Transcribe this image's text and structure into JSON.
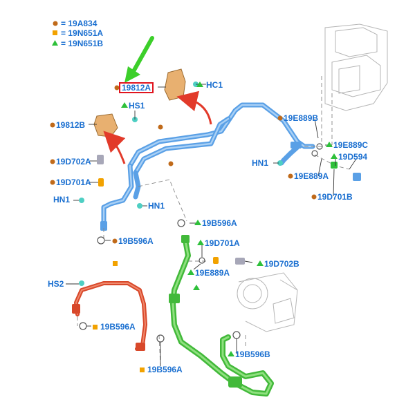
{
  "legend": [
    {
      "marker": "circle",
      "color": "#c06a1a",
      "text": "= 19A834"
    },
    {
      "marker": "square",
      "color": "#f2a200",
      "text": "= 19N651A"
    },
    {
      "marker": "triangle",
      "color": "#2ec03a",
      "text": "= 19N651B"
    }
  ],
  "highlight_label": "19812A",
  "labels": {
    "hc1": "HC1",
    "hs1": "HS1",
    "p19812b": "19812B",
    "p19e889b": "19E889B",
    "p19e889c": "19E889C",
    "hn1_right": "HN1",
    "p19d594": "19D594",
    "p19d702a_top": "19D702A",
    "p19e889a_top": "19E889A",
    "p19d701a_top": "19D701A",
    "p19d701b": "19D701B",
    "hn1_left": "HN1",
    "hn1_mid": "HN1",
    "p19b596a_mid": "19B596A",
    "p19b596a_left": "19B596A",
    "p19d701a_mid": "19D701A",
    "p19d702b": "19D702B",
    "p19e889a_mid": "19E889A",
    "hs2": "HS2",
    "p19b596a_red": "19B596A",
    "p19b596a_bottom": "19B596A",
    "p19b596b": "19B596B"
  },
  "colors": {
    "label_blue": "#1a6fd0",
    "circle_marker": "#c06a1a",
    "square_marker": "#f2a200",
    "triangle_marker": "#2ec03a",
    "arrow_red": "#e23a2a",
    "arrow_green": "#3ccf2a",
    "highlight_box": "#e0141e"
  }
}
